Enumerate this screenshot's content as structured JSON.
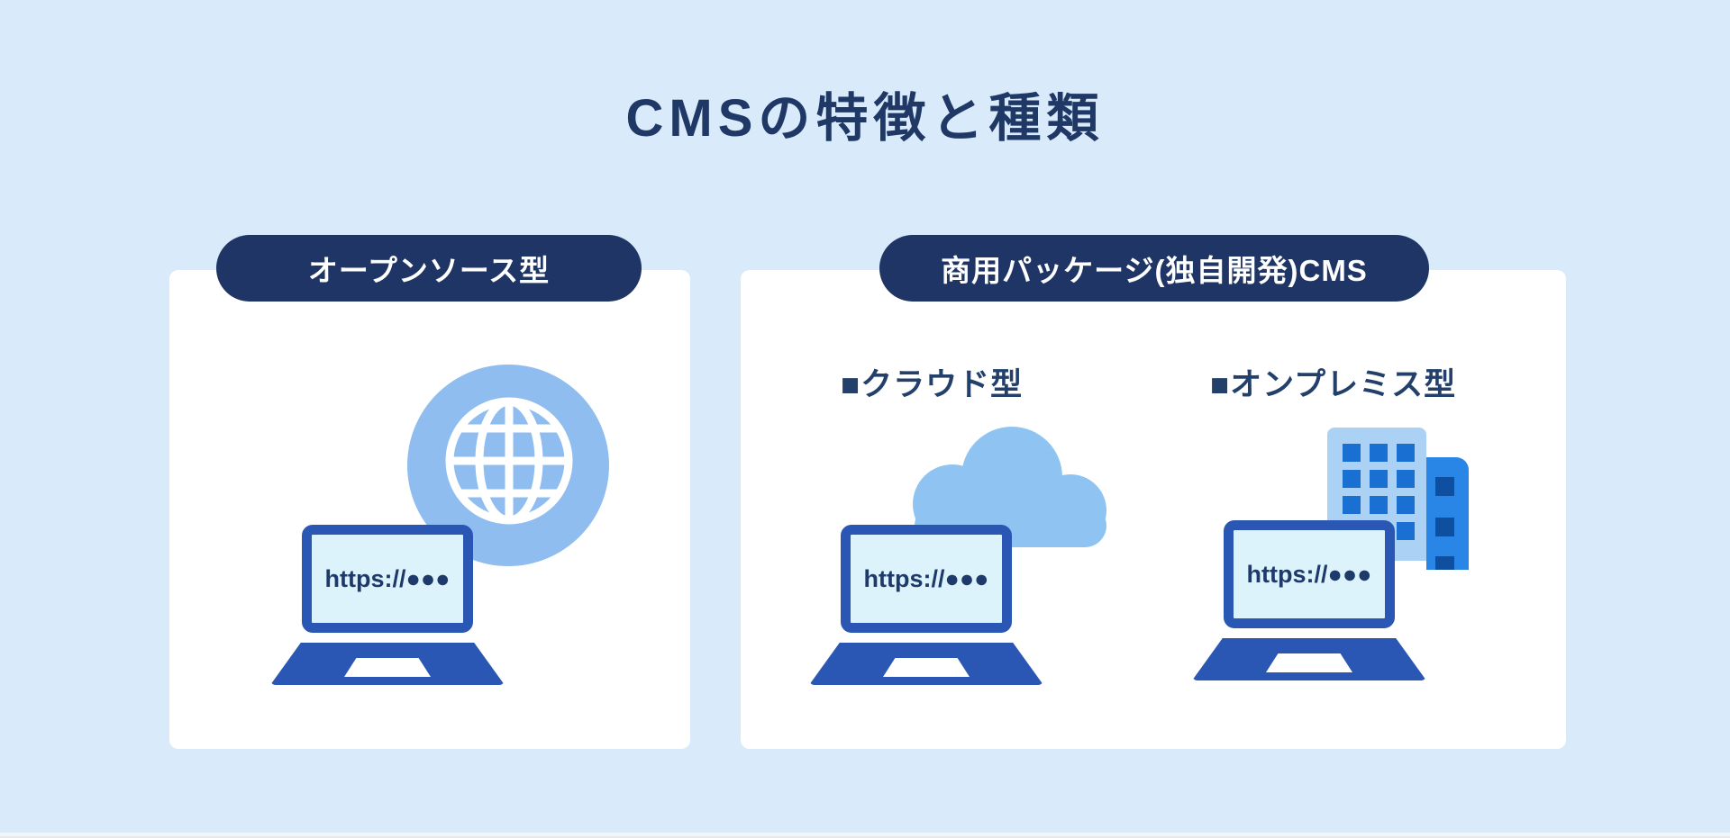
{
  "page": {
    "title": "CMSの特徴と種類"
  },
  "cards": [
    {
      "header": "オープンソース型",
      "sections": [
        {
          "icon": "globe-laptop",
          "url": "https://●●●"
        }
      ]
    },
    {
      "header": "商用パッケージ(独自開発)CMS",
      "sections": [
        {
          "label": "■クラウド型",
          "icon": "cloud-laptop",
          "url": "https://●●●"
        },
        {
          "label": "■オンプレミス型",
          "icon": "building-laptop",
          "url": "https://●●●"
        }
      ]
    }
  ],
  "colors": {
    "background": "#d9ebfb",
    "title_navy": "#1f3866",
    "pill_navy": "#1e3565",
    "sub_label_navy": "#23406a",
    "card_white": "#ffffff",
    "laptop_blue": "#2b57b4",
    "laptop_screen_fill": "#ddf3fc",
    "url_text_navy": "#1e3a6b",
    "globe_blue": "#8fbdf0",
    "cloud_blue": "#8fc4f2",
    "building_light_blue": "#abd1f5",
    "building_light_window": "#1a6fd2",
    "building_dark_blue": "#2a86e6",
    "building_dark_window": "#0e4fa0"
  }
}
